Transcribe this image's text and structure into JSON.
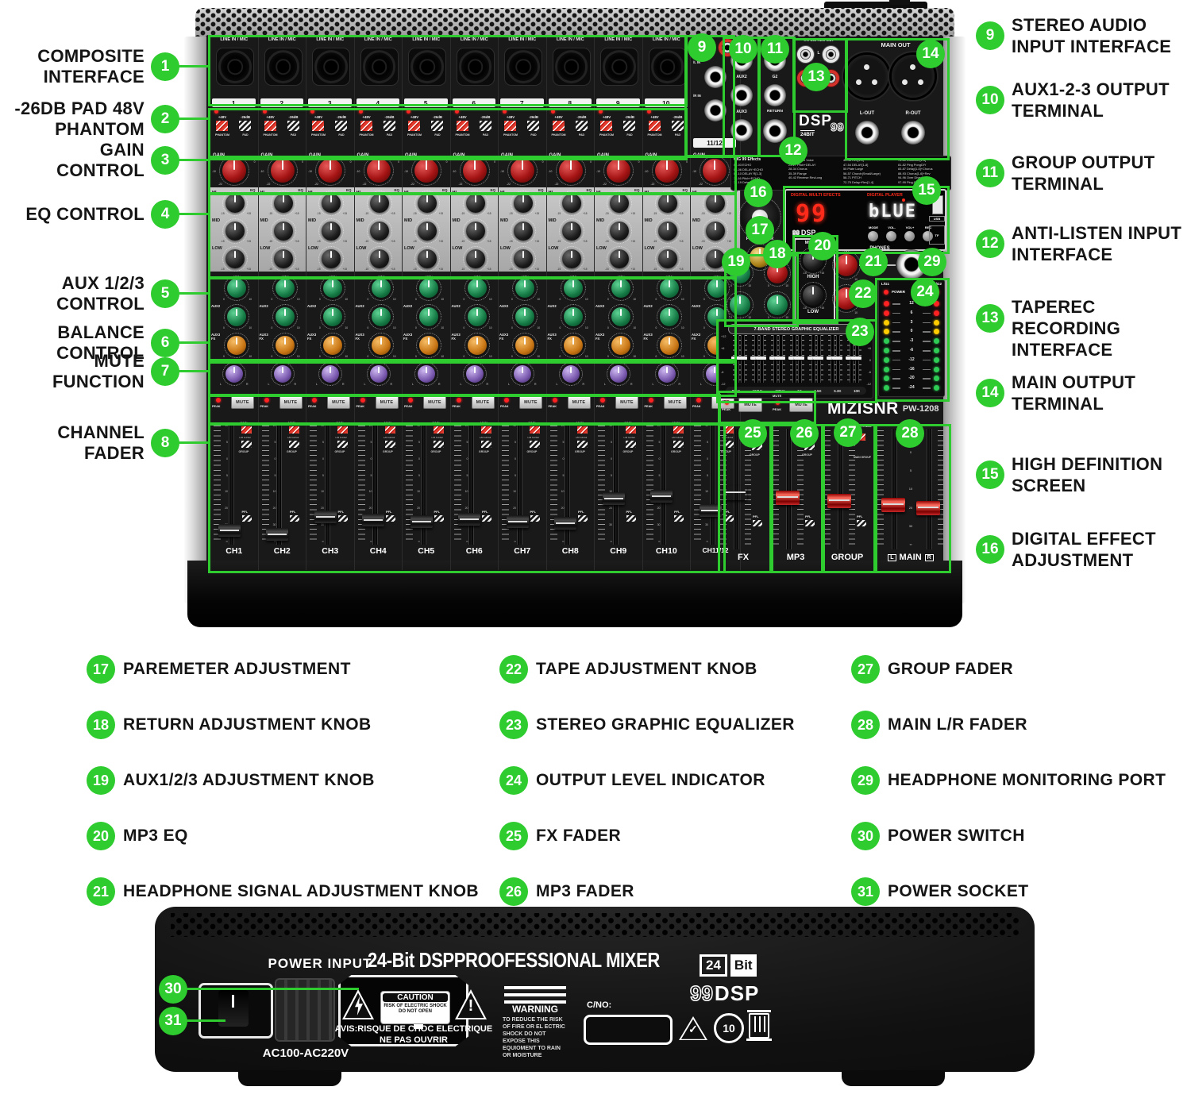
{
  "colors": {
    "green": "#2ecc2e",
    "panel": "#191919",
    "led_red": "#ff2222",
    "led_yellow": "#ffcc00",
    "led_green": "#2ecc55",
    "seg_red": "#ff2a1a",
    "seg_white": "#f2f2f2"
  },
  "callouts": {
    "left": [
      {
        "num": "1",
        "label": "COMPOSITE INTERFACE"
      },
      {
        "num": "2",
        "label": "-26DB PAD 48V PHANTOM"
      },
      {
        "num": "3",
        "label": "GAIN CONTROL"
      },
      {
        "num": "4",
        "label": "EQ CONTROL"
      },
      {
        "num": "5",
        "label": "AUX 1/2/3 CONTROL"
      },
      {
        "num": "6",
        "label": "BALANCE CONTROL"
      },
      {
        "num": "7",
        "label": "MUTE FUNCTION"
      },
      {
        "num": "8",
        "label": "CHANNEL FADER"
      }
    ],
    "right": [
      {
        "num": "9",
        "label": "STEREO AUDIO INPUT INTERFACE"
      },
      {
        "num": "10",
        "label": "AUX1-2-3 OUTPUT TERMINAL"
      },
      {
        "num": "11",
        "label": "GROUP OUTPUT TERMINAL"
      },
      {
        "num": "12",
        "label": "ANTI-LISTEN INPUT INTERFACE"
      },
      {
        "num": "13",
        "label": "TAPEREC RECORDING INTERFACE"
      },
      {
        "num": "14",
        "label": "MAIN OUTPUT TERMINAL"
      },
      {
        "num": "15",
        "label": "HIGH DEFINITION SCREEN"
      },
      {
        "num": "16",
        "label": "DIGITAL EFFECT ADJUSTMENT"
      }
    ],
    "bottom": [
      [
        {
          "num": "17",
          "label": "PAREMETER ADJUSTMENT"
        },
        {
          "num": "18",
          "label": "RETURN ADJUSTMENT KNOB"
        },
        {
          "num": "19",
          "label": "AUX1/2/3  ADJUSTMENT KNOB"
        },
        {
          "num": "20",
          "label": "MP3 EQ"
        },
        {
          "num": "21",
          "label": "HEADPHONE SIGNAL ADJUSTMENT KNOB"
        }
      ],
      [
        {
          "num": "22",
          "label": "TAPE ADJUSTMENT KNOB"
        },
        {
          "num": "23",
          "label": "STEREO GRAPHIC EQUALIZER"
        },
        {
          "num": "24",
          "label": "OUTPUT LEVEL INDICATOR"
        },
        {
          "num": "25",
          "label": "FX FADER"
        },
        {
          "num": "26",
          "label": "MP3 FADER"
        }
      ],
      [
        {
          "num": "27",
          "label": "GROUP FADER"
        },
        {
          "num": "28",
          "label": "MAIN L/R FADER"
        },
        {
          "num": "29",
          "label": "HEADPHONE MONITORING PORT"
        },
        {
          "num": "30",
          "label": "POWER SWITCH"
        },
        {
          "num": "31",
          "label": "POWER SOCKET"
        }
      ]
    ]
  },
  "strip": {
    "input_label": "LINE IN / MIC",
    "numbers": [
      "1",
      "2",
      "3",
      "4",
      "5",
      "6",
      "7",
      "8",
      "9",
      "10"
    ],
    "p48": "+48V",
    "pad_db": "-26dB",
    "phantom": "PHANTOM",
    "pad": "PAD",
    "gain": "GAIN",
    "gain_scale": [
      "0",
      "-10",
      "-22"
    ],
    "eq_tag": "EQ",
    "eq_rows": [
      "HI",
      "MID",
      "LOW"
    ],
    "eq_min": "-15",
    "eq_max": "+15",
    "aux_rows": [
      {
        "label": "AUX1"
      },
      {
        "label": "AUX2"
      },
      {
        "label": "AUX3",
        "sub": "FX"
      }
    ],
    "aux_min": "0",
    "aux_max": "10",
    "pan": "PAN",
    "pan_l": "L",
    "pan_r": "R",
    "mute": "MUTE",
    "peak": "PEAK",
    "fader_scale": [
      "10",
      "5",
      "0",
      "5",
      "10",
      "20",
      "30",
      "∞"
    ],
    "main_tag": "MAIN",
    "lr_tag": "L/R",
    "g_tag": "G1/G2",
    "group_tag": "GROUP",
    "pfl_tag": "PFL",
    "ch_labels": [
      "CH1",
      "CH2",
      "CH3",
      "CH4",
      "CH5",
      "CH6",
      "CH7",
      "CH8",
      "CH9",
      "CH10",
      "CH11/12"
    ],
    "stereo": {
      "l": "L",
      "r": "R",
      "lin": "/L IN",
      "rin": "/R IN",
      "tag": "11/12"
    }
  },
  "master": {
    "aux_out": [
      "AUX1",
      "AUX2",
      "AUX3"
    ],
    "group_out": [
      "G1",
      "G2"
    ],
    "return_jack": "RETURN",
    "tape_title": "TAPEIN REC OUT",
    "tape_l": "L",
    "tape_r": "R",
    "dsp_logo": {
      "dsp": "DSP",
      "bit": "24BIT",
      "n99": "99"
    },
    "main_out": "MAIN OUT",
    "l_out": "L-OUT",
    "r_out": "R-OUT",
    "fx_header": "GIG 99 Effects",
    "fx_cols": [
      [
        "01-03 ECHO",
        "04-06 DELAY+ECHO",
        "07-10 DELAY R[1-3]",
        "11-16 Pitch+ECHO",
        "17-19 Delay"
      ],
      [
        "20-22 Radio Voice",
        "23-27 Pitch+DELAY",
        "28-34 Chorus",
        "35-39 Flange",
        "40-42 Reverse RevLong"
      ],
      [
        "43-46 Rev[1-4]",
        "47-54 DELAY[1-8]",
        "55 Plate Large",
        "56-57 Church(Small/Large)",
        "58-71 PITCH",
        "72-75 Delay+Rev[1-4]"
      ],
      [
        "76-80 Distortion[1-5]",
        "81-82 Ping PongDIY",
        "83-87 Delay[1-5]+Chorus",
        "88-93 Chorus[1-6]+Rev",
        "94-96 Over Diver[1-3]",
        "97-99 Ping-Pong Dly"
      ]
    ],
    "program": "PROGRAM",
    "parameter": "PARAMETER",
    "display": {
      "fx_title": "DIGITAL MULTI EFECTS",
      "fx_value": "99",
      "player_title": "DIGITAL PLAYER",
      "player_value": "bLUE",
      "buttons": [
        "MODE",
        "VOL-",
        "VOL+",
        "REC"
      ],
      "usb": "USB",
      "tf": "TF",
      "logo99": "99",
      "logo_dsp": "DSP",
      "logo_bit": "24 Bit"
    },
    "aux_knob_top": "AUX1",
    "return_knob": "RETURN",
    "aux_knob2": "AUX2",
    "aux_knob3": "AUX3",
    "knob_min": "0",
    "knob_max": "10",
    "mp3_eq": {
      "title": "MP3 EQ",
      "high": "HIGH",
      "low": "LOW",
      "min": "-15",
      "max": "+15"
    },
    "phones": "PHONES",
    "meter": {
      "l_tag": "L/G1",
      "r_tag": "R/G2",
      "power": "POWER",
      "peak": "PEAK",
      "scale": [
        "12",
        "6",
        "3",
        "0",
        "-3",
        "-6",
        "-12",
        "-16",
        "-20",
        "-24"
      ]
    },
    "geq": {
      "title": "7-BAND STEREO GRAPHIC EQUALIZER",
      "freqs": [
        "80Hz",
        "160Hz",
        "430Hz",
        "1K",
        "2.5K",
        "5.3K",
        "10K"
      ],
      "scale": [
        "+12",
        "+6",
        "0",
        "-6",
        "-12"
      ]
    },
    "brand": "MIZISNR",
    "model": "PW-1208",
    "fader_labels": {
      "fx": "FX",
      "mp3": "MP3",
      "group": "GROUP",
      "main": "MAIN",
      "l": "L",
      "r": "R"
    },
    "group_to_main": "GROUP TO MAIN",
    "main_group": "MAIN GROUP"
  },
  "back": {
    "power_input": "POWER INPUT",
    "voltage": "AC100-AC220V",
    "title": "24-Bit DSPPROOFESSIONAL MIXER",
    "warning": "WARNING",
    "warning_body": "TO REDUCE THE RISK OF  FIRE OR EL ECTRIC SHOCK DO NOT EXPOSE THIS EQUIOMENT TO RAIN OR MOISTURE",
    "cno": "C/NO:",
    "caution": "CAUTION",
    "caution_body": "RISK OF ELECTRIC SHOCK DO NOT OPEN",
    "avis1": "AVIS:RISQUE DE CHOC ELECTRIQUE",
    "avis2": "NE PAS OUVRIR",
    "logo24": "24",
    "logo_bit": "Bit",
    "logo99": "99",
    "logo_dsp": "DSP",
    "recycle10": "10"
  }
}
